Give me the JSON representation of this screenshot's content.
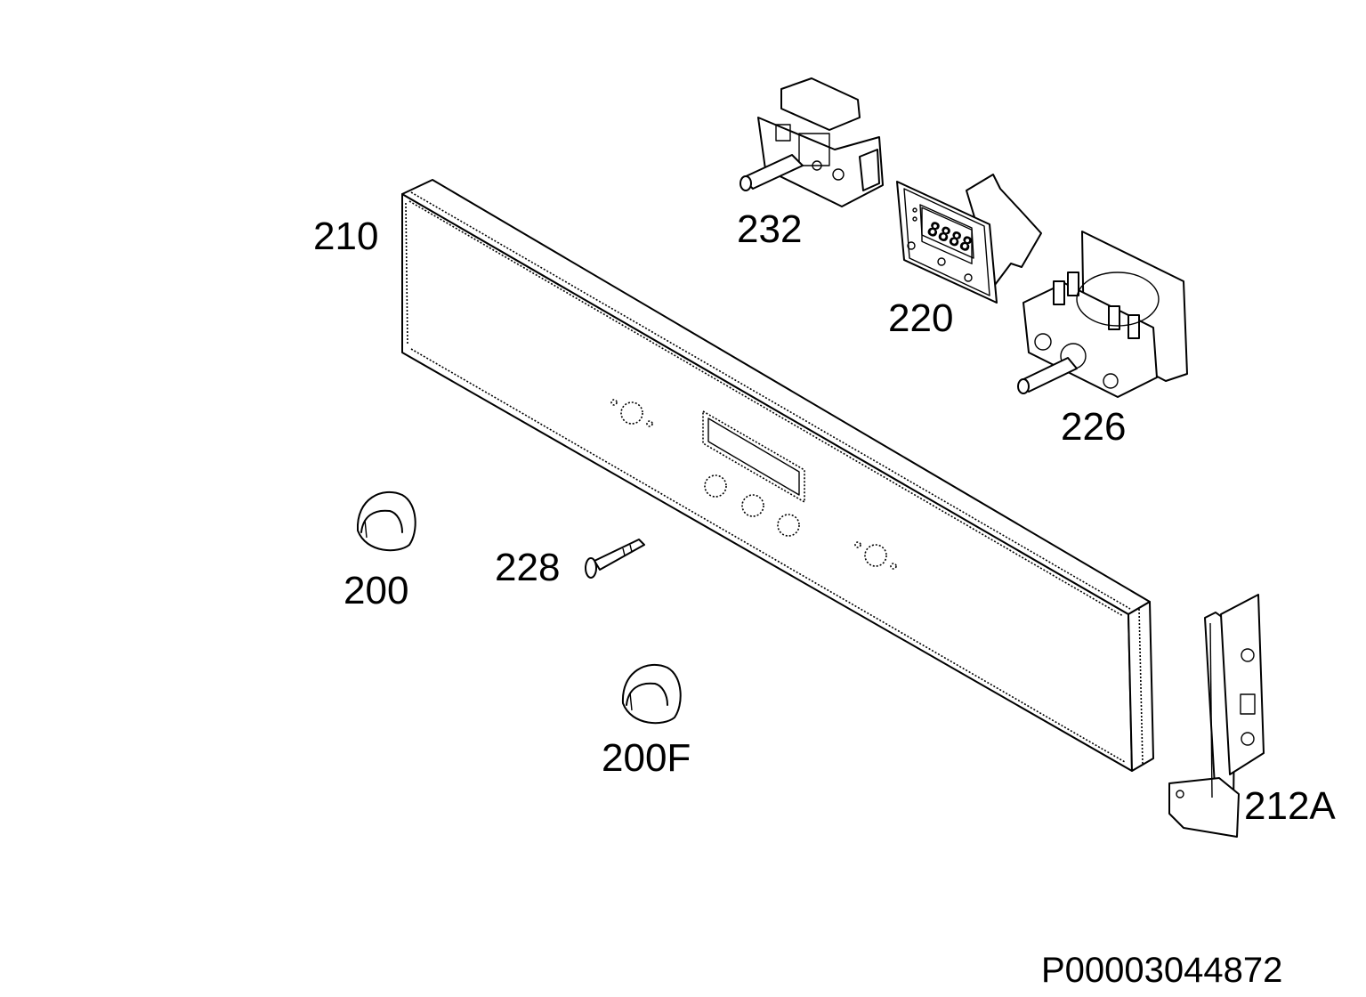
{
  "diagram": {
    "parts": [
      {
        "id": "p210",
        "label": "210",
        "description": "control-panel"
      },
      {
        "id": "p232",
        "label": "232",
        "description": "selector-switch"
      },
      {
        "id": "p220",
        "label": "220",
        "description": "timer-display"
      },
      {
        "id": "p226",
        "label": "226",
        "description": "thermostat"
      },
      {
        "id": "p228",
        "label": "228",
        "description": "screw"
      },
      {
        "id": "p200",
        "label": "200",
        "description": "knob"
      },
      {
        "id": "p200f",
        "label": "200F",
        "description": "knob"
      },
      {
        "id": "p212a",
        "label": "212A",
        "description": "bracket"
      }
    ],
    "document_number": "P00003044872"
  }
}
